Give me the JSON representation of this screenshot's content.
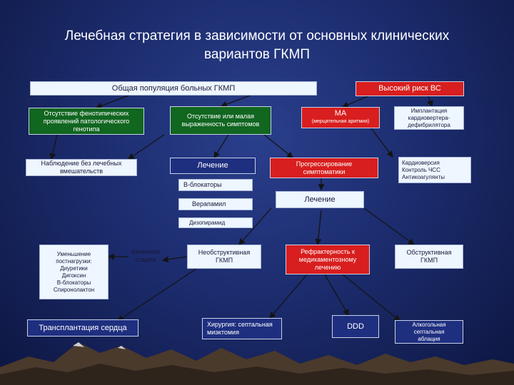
{
  "title": {
    "line1": "Лечебная стратегия в зависимости от основных клинических",
    "line2": "вариантов ГКМП"
  },
  "nodes": {
    "population": "Общая популяция больных ГКМП",
    "high_risk": "Высокий риск ВС",
    "no_phenotype": [
      "Отсутствие фенотипических",
      "проявлений патологического",
      "генотипа"
    ],
    "no_symptoms": [
      "Отсутствие или малая",
      "выраженность симптомов"
    ],
    "ma_main": "МА",
    "ma_sub": "(мерцательная аритмия)",
    "icd": [
      "Имплантация",
      "кардиовертера-",
      "дефибрилятора"
    ],
    "observation": [
      "Наблюдение без лечебных",
      "вмешательств"
    ],
    "treatment1": "Лечение",
    "progression": [
      "Прогрессирование",
      "симптоматики"
    ],
    "cardioversion": [
      "Кардиоверсия",
      "Контроль ЧСС",
      "Антикоагулянты"
    ],
    "beta_blockers": "В-блокаторы",
    "verapamil": "Верапамил",
    "treatment2": "Лечение",
    "disopyramide": "Дизопирамид",
    "load_reduction": [
      "Уменьшение",
      "постнагрузки:",
      "Диуретики",
      "Дигоксин",
      "В-блокаторы",
      "Спиронолактон"
    ],
    "end_stage": [
      "Конечная",
      "стадия"
    ],
    "non_obstructive": [
      "Необструктивная",
      "ГКМП"
    ],
    "refractory": [
      "Рефрактерность к",
      "медикаментозному",
      "лечению"
    ],
    "obstructive": [
      "Обструктивная",
      "ГКМП"
    ],
    "transplant": "Трансплантация сердца",
    "surgery": [
      "Хирургия: септальная",
      "миэктомия"
    ],
    "ddd": "DDD",
    "alcohol": [
      "Алкогольная",
      "септальная",
      "аблация"
    ]
  },
  "colors": {
    "green": "#116620",
    "navy": "#1f2f80",
    "red": "#d81e1e",
    "light": "#eef6ff",
    "arrow": "#141414"
  }
}
